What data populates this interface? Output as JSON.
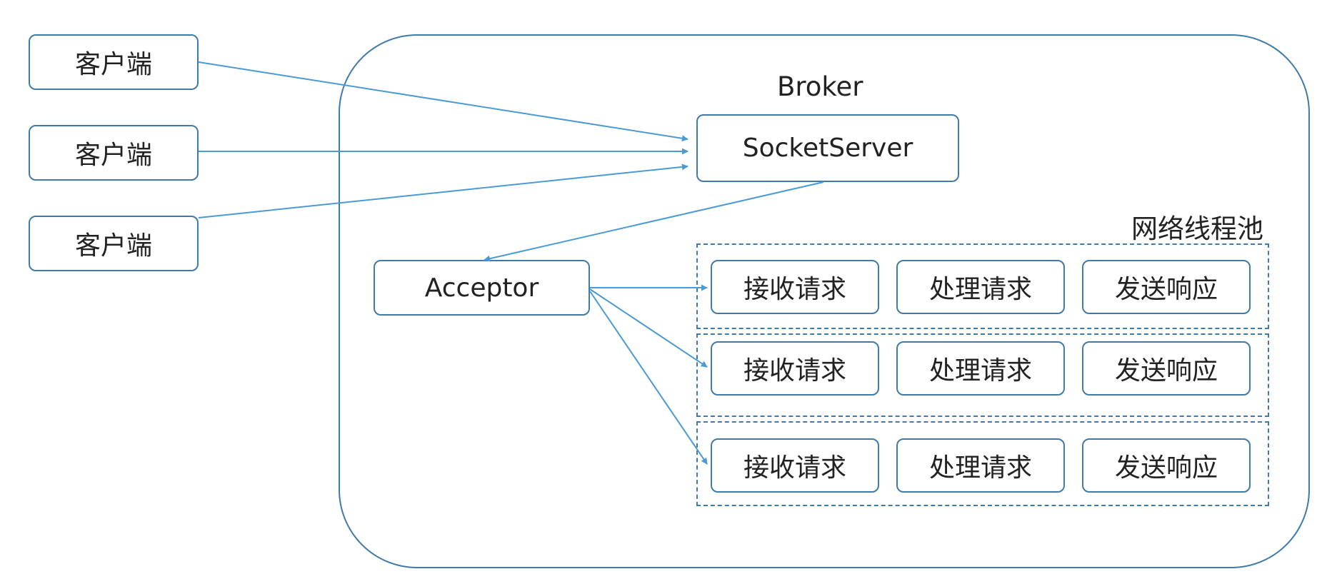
{
  "clients": [
    "客户端",
    "客户端",
    "客户端"
  ],
  "broker": {
    "title": "Broker",
    "socket_server": "SocketServer",
    "acceptor": "Acceptor",
    "pool_title": "网络线程池",
    "pool_rows": [
      [
        "接收请求",
        "处理请求",
        "发送响应"
      ],
      [
        "接收请求",
        "处理请求",
        "发送响应"
      ],
      [
        "接收请求",
        "处理请求",
        "发送响应"
      ]
    ]
  },
  "colors": {
    "stroke": "#3f7aa8",
    "arrow": "#4a9ad4"
  }
}
